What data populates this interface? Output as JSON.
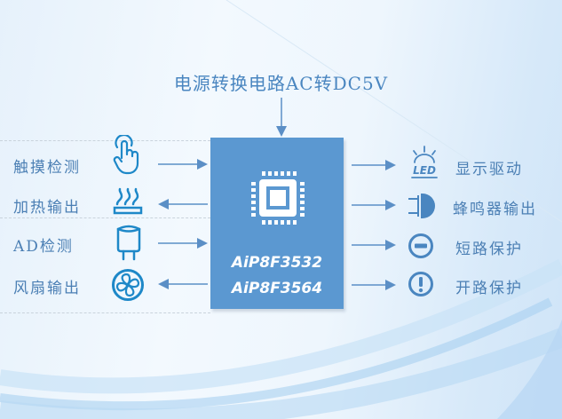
{
  "title": "电源转换电路AC转DC5V",
  "chip": {
    "icon": "chip-icon",
    "models": [
      "AiP8F3532",
      "AiP8F3564"
    ],
    "color": "#5b98d1"
  },
  "inputs": [
    {
      "label": "触摸检测",
      "icon": "touch-hand-icon",
      "direction": "in"
    },
    {
      "label": "加热输出",
      "icon": "heating-icon",
      "direction": "out"
    },
    {
      "label": "AD检测",
      "icon": "capacitor-icon",
      "direction": "in"
    },
    {
      "label": "风扇输出",
      "icon": "fan-icon",
      "direction": "out"
    }
  ],
  "outputs": [
    {
      "label": "显示驱动",
      "icon": "led-icon",
      "icon_text": "LED"
    },
    {
      "label": "蜂鸣器输出",
      "icon": "buzzer-icon"
    },
    {
      "label": "短路保护",
      "icon": "minus-circle-icon"
    },
    {
      "label": "开路保护",
      "icon": "exclamation-circle-icon"
    }
  ],
  "colors": {
    "accent": "#4a86c0",
    "icon": "#1e88c8",
    "text": "#4b7fb4"
  }
}
